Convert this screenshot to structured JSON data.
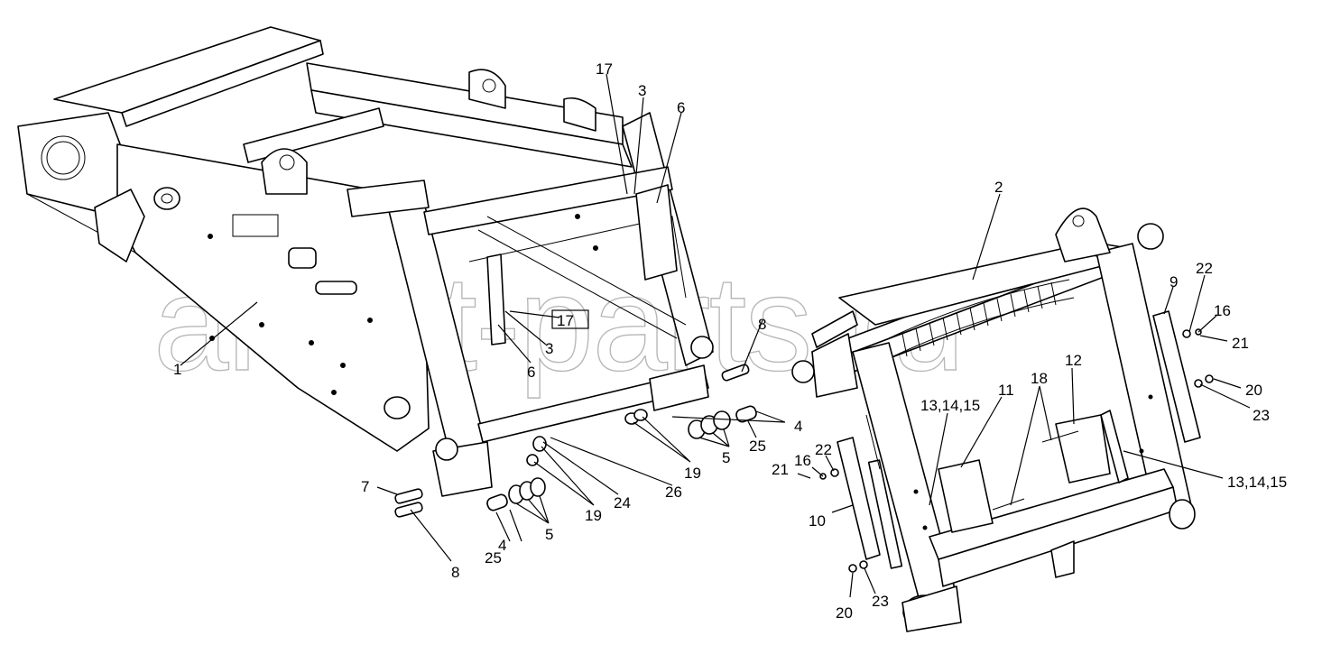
{
  "watermark": "ansat-parts.ru",
  "callouts": [
    {
      "id": "c1",
      "text": "1"
    },
    {
      "id": "c2",
      "text": "2"
    },
    {
      "id": "c3a",
      "text": "3"
    },
    {
      "id": "c3b",
      "text": "3"
    },
    {
      "id": "c4a",
      "text": "4"
    },
    {
      "id": "c4b",
      "text": "4"
    },
    {
      "id": "c5a",
      "text": "5"
    },
    {
      "id": "c5b",
      "text": "5"
    },
    {
      "id": "c6a",
      "text": "6"
    },
    {
      "id": "c6b",
      "text": "6"
    },
    {
      "id": "c7",
      "text": "7"
    },
    {
      "id": "c8a",
      "text": "8"
    },
    {
      "id": "c8b",
      "text": "8"
    },
    {
      "id": "c9",
      "text": "9"
    },
    {
      "id": "c10",
      "text": "10"
    },
    {
      "id": "c11",
      "text": "11"
    },
    {
      "id": "c12",
      "text": "12"
    },
    {
      "id": "c131415a",
      "text": "13,14,15"
    },
    {
      "id": "c131415b",
      "text": "13,14,15"
    },
    {
      "id": "c16a",
      "text": "16"
    },
    {
      "id": "c16b",
      "text": "16"
    },
    {
      "id": "c17a",
      "text": "17"
    },
    {
      "id": "c17b",
      "text": "17"
    },
    {
      "id": "c18",
      "text": "18"
    },
    {
      "id": "c19a",
      "text": "19"
    },
    {
      "id": "c19b",
      "text": "19"
    },
    {
      "id": "c20a",
      "text": "20"
    },
    {
      "id": "c20b",
      "text": "20"
    },
    {
      "id": "c21a",
      "text": "21"
    },
    {
      "id": "c21b",
      "text": "21"
    },
    {
      "id": "c22a",
      "text": "22"
    },
    {
      "id": "c22b",
      "text": "22"
    },
    {
      "id": "c23a",
      "text": "23"
    },
    {
      "id": "c23b",
      "text": "23"
    },
    {
      "id": "c24",
      "text": "24"
    },
    {
      "id": "c25a",
      "text": "25"
    },
    {
      "id": "c25b",
      "text": "25"
    },
    {
      "id": "c26",
      "text": "26"
    }
  ]
}
